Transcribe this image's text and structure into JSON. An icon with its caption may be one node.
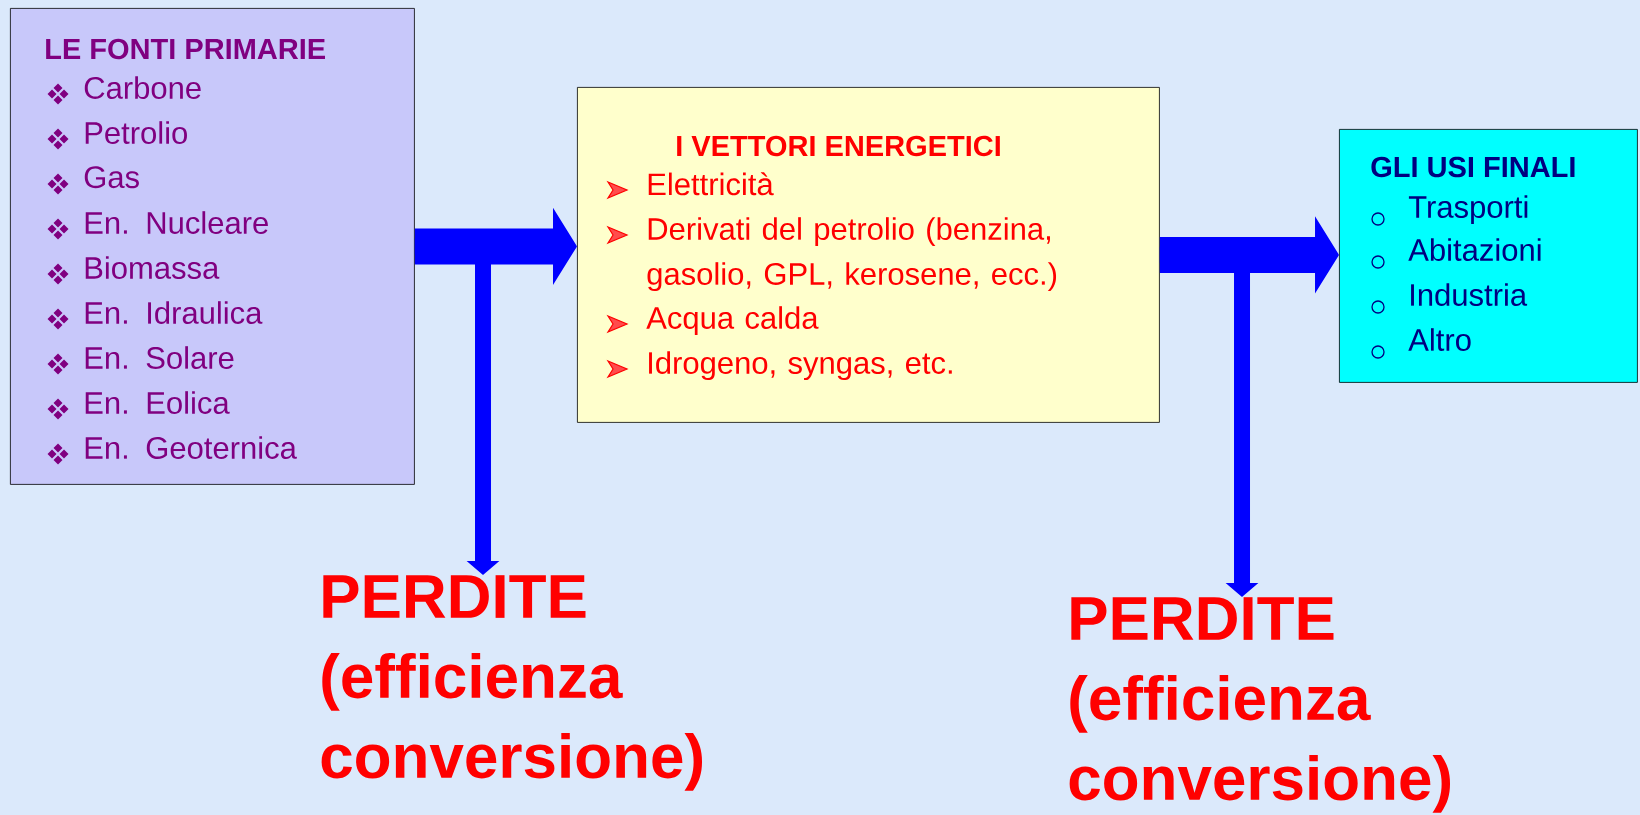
{
  "diagram": {
    "nodes": [
      {
        "text": [
          "LE FONTI PRIMARIE",
          "Carbone",
          "Petrolio",
          "Gas",
          "En. Nucleare",
          "Biomassa",
          "En. Idraulica",
          "En. Solare",
          "En. Eolica",
          "En. Geoternica"
        ]
      },
      {
        "text": [
          "I VETTORI ENERGETICI",
          "Elettricità",
          "Derivati del petrolio (benzina, gasolio, GPL, kerosene, ecc.)",
          "Acqua calda",
          "Idrogeno, syngas, etc."
        ]
      },
      {
        "text": [
          "GLI USI FINALI",
          "Trasporti",
          "Abitazioni",
          "Industria",
          "Altro"
        ]
      },
      {
        "text": [
          "PERDITE",
          "(efficienza conversione)"
        ]
      },
      {
        "text": [
          "PERDITE",
          "(efficienza conversione)"
        ]
      }
    ],
    "edges": [
      {
        "from": 0,
        "to": 1,
        "arrow": "to",
        "style": "thick"
      },
      {
        "from": 0,
        "to": 3,
        "arrow": "to"
      },
      {
        "from": 1,
        "to": 2,
        "arrow": "to",
        "style": "thick"
      },
      {
        "from": 1,
        "to": 4,
        "arrow": "to"
      }
    ]
  }
}
